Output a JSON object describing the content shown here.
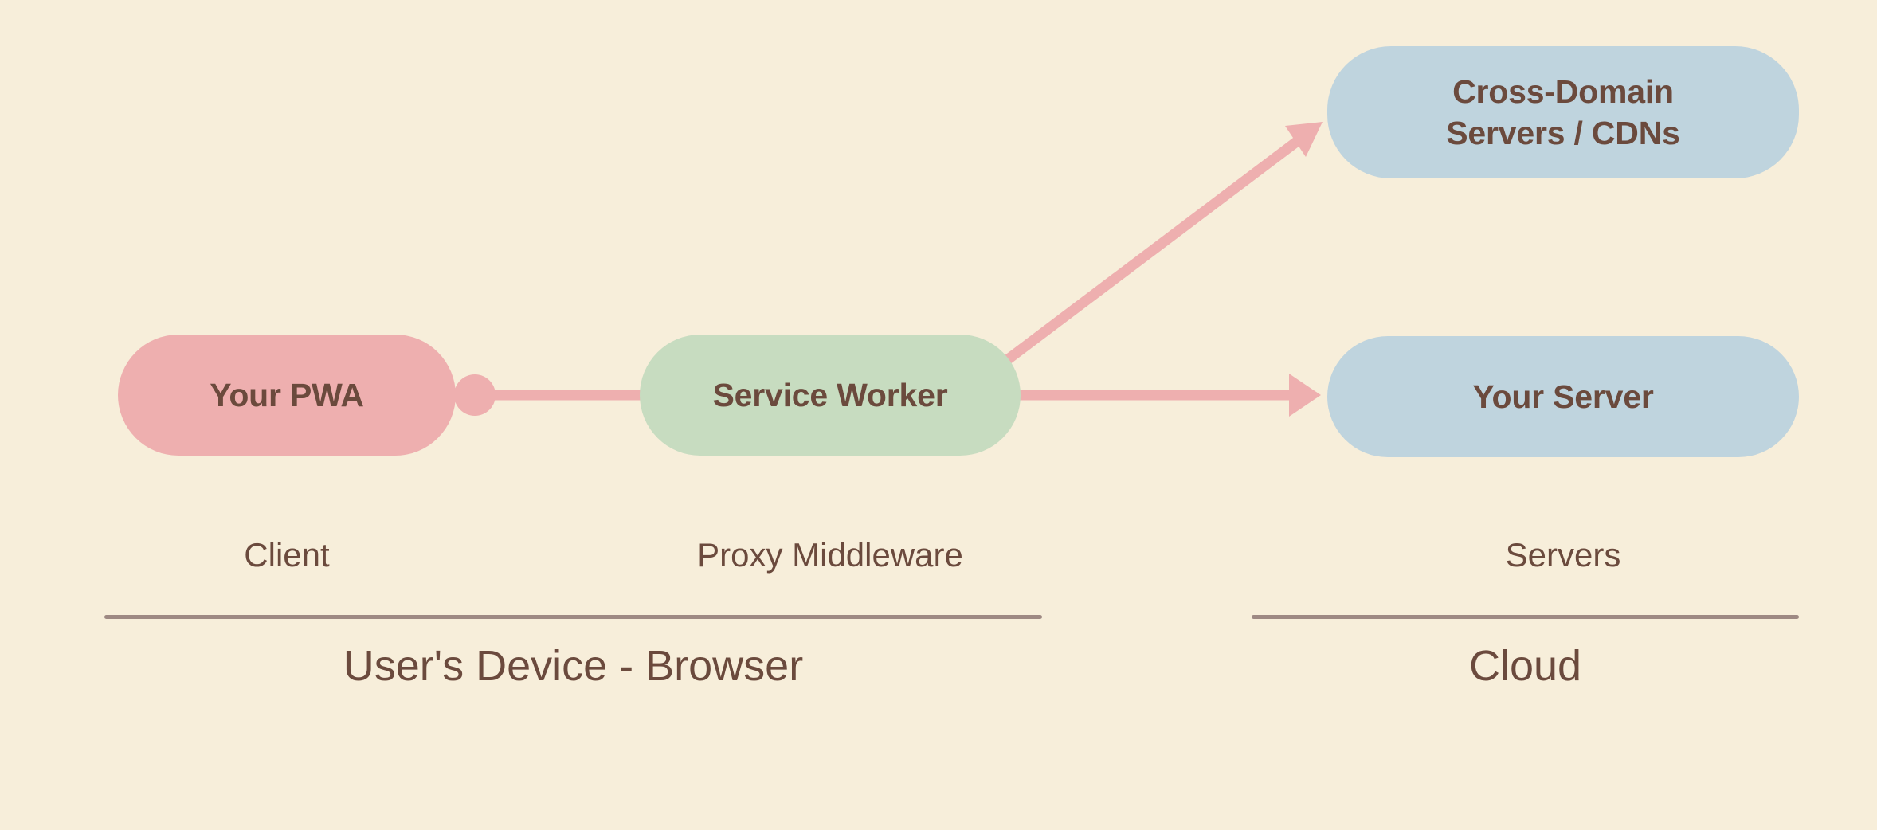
{
  "diagram": {
    "background_color": "#f7eeda",
    "text_color": "#6b4a3d",
    "connector_color": "#eeafaf",
    "divider_color": "#9e8983",
    "nodes": [
      {
        "id": "pwa",
        "label": "Your PWA",
        "fill": "#eeafaf",
        "lane": "Client"
      },
      {
        "id": "service-worker",
        "label": "Service Worker",
        "fill": "#c7dcc0",
        "lane": "Proxy Middleware"
      },
      {
        "id": "cross-domain",
        "label_line1": "Cross-Domain",
        "label_line2": "Servers / CDNs",
        "fill": "#bfd4de",
        "lane": "Servers"
      },
      {
        "id": "your-server",
        "label": "Your Server",
        "fill": "#bfd4de",
        "lane": "Servers"
      }
    ],
    "lanes": [
      {
        "id": "client",
        "caption": "Client"
      },
      {
        "id": "proxy",
        "caption": "Proxy Middleware"
      },
      {
        "id": "servers",
        "caption": "Servers"
      }
    ],
    "groups": [
      {
        "id": "browser",
        "title": "User's Device - Browser"
      },
      {
        "id": "cloud",
        "title": "Cloud"
      }
    ],
    "connectors": [
      {
        "id": "pwa-to-sw",
        "from": "service-worker",
        "to": "pwa",
        "style": "line-with-dot-endpoint",
        "arrowhead": "dot"
      },
      {
        "id": "sw-to-server",
        "from": "service-worker",
        "to": "your-server",
        "style": "straight",
        "arrowhead": "triangle"
      },
      {
        "id": "sw-to-cdn",
        "from": "service-worker",
        "to": "cross-domain",
        "style": "diagonal",
        "arrowhead": "triangle"
      }
    ]
  }
}
